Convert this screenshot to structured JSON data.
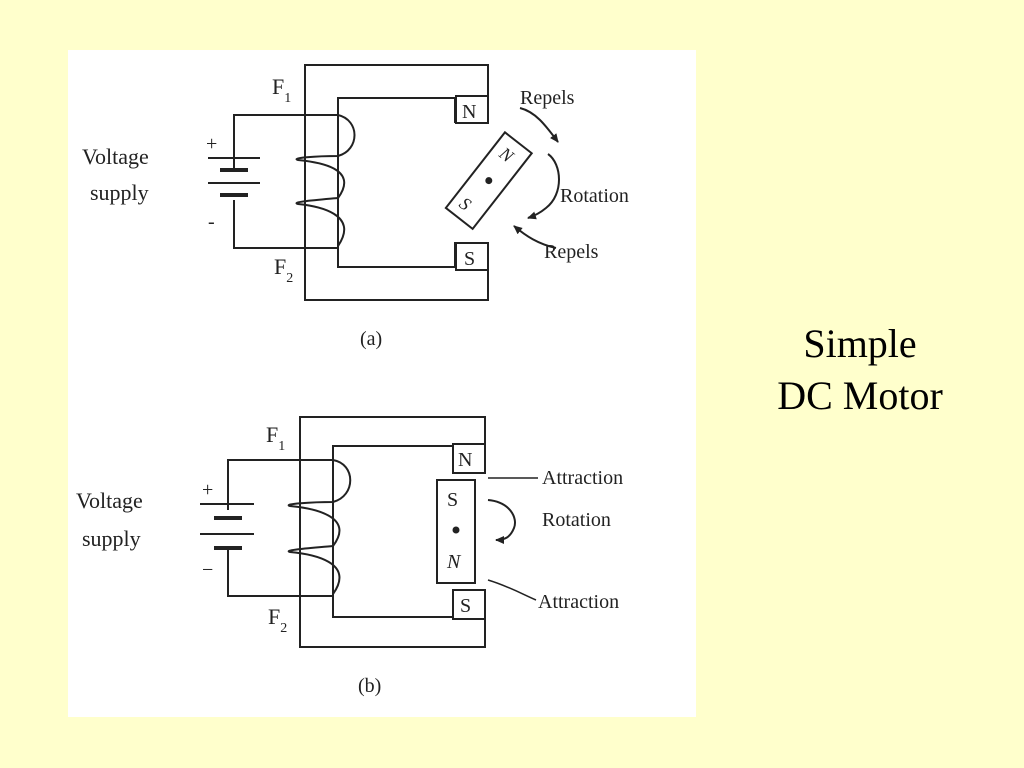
{
  "slide": {
    "background": "#ffffcc",
    "title_lines": [
      "Simple",
      "DC Motor"
    ]
  },
  "figure": {
    "panel_background": "#ffffff",
    "ink_color": "#222222",
    "diagram_a": {
      "supply_label_line1": "Voltage",
      "supply_label_line2": "supply",
      "plus": "+",
      "minus": "-",
      "f1_main": "F",
      "f1_sub": "1",
      "f2_main": "F",
      "f2_sub": "2",
      "pole_top": "N",
      "pole_bottom": "S",
      "rotor_north": "N",
      "rotor_south": "S",
      "repels_top": "Repels",
      "rotation": "Rotation",
      "repels_bottom": "Repels",
      "caption": "(a)"
    },
    "diagram_b": {
      "supply_label_line1": "Voltage",
      "supply_label_line2": "supply",
      "plus": "+",
      "minus": "−",
      "f1_main": "F",
      "f1_sub": "1",
      "f2_main": "F",
      "f2_sub": "2",
      "pole_top": "N",
      "pole_bottom": "S",
      "rotor_top": "S",
      "rotor_bottom": "N",
      "attraction_top": "Attraction",
      "rotation": "Rotation",
      "attraction_bottom": "Attraction",
      "caption": "(b)"
    }
  }
}
